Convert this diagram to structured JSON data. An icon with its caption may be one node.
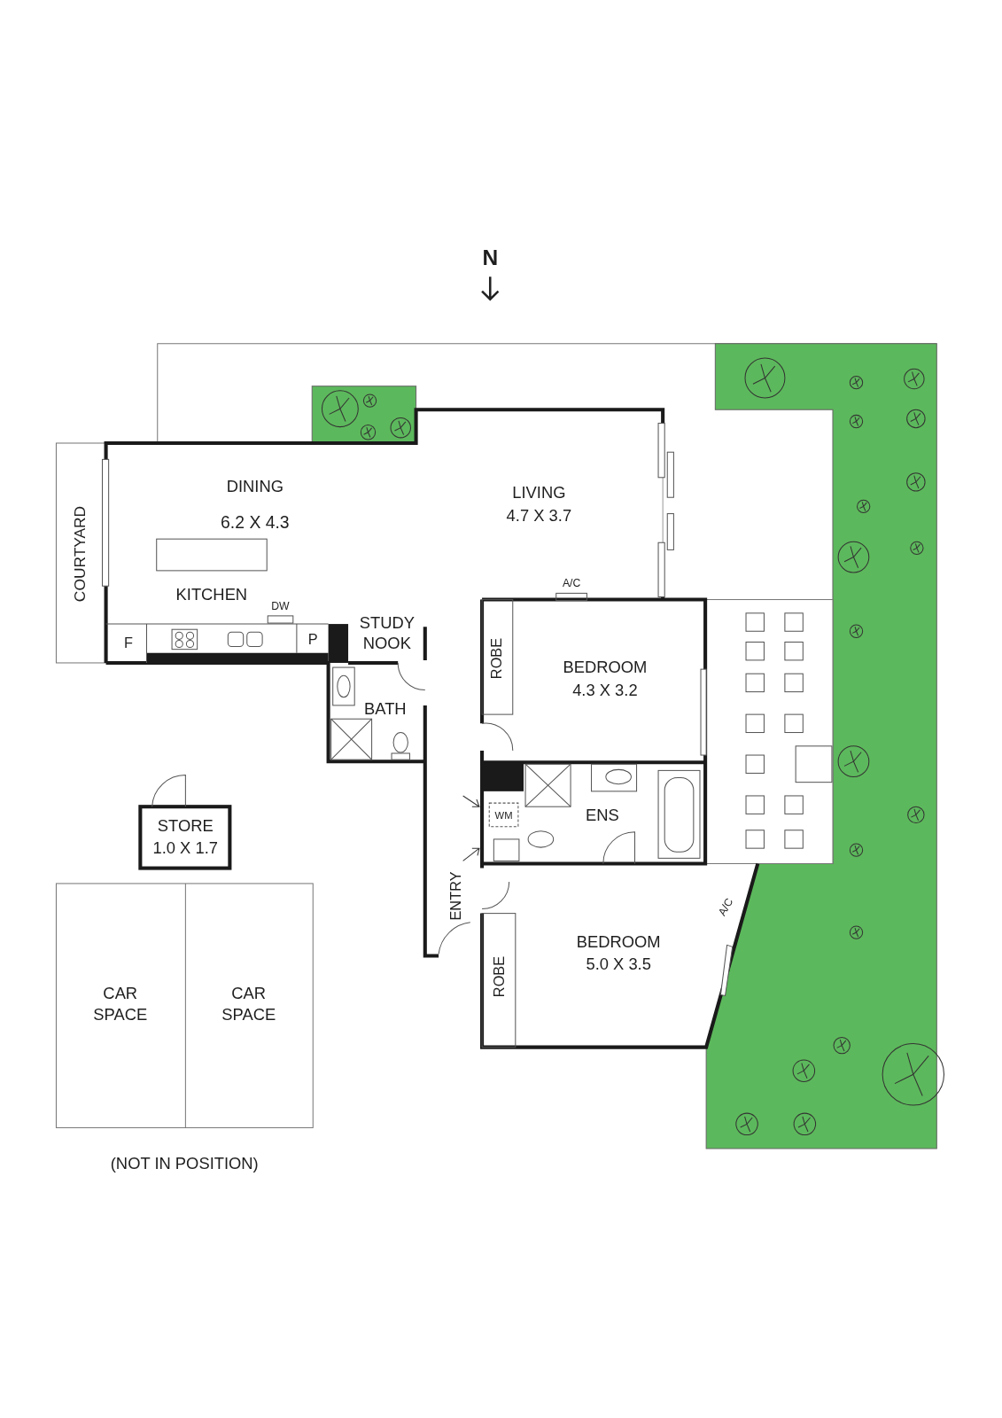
{
  "diagram": {
    "labels": [
      "N",
      "DINING",
      "6.2 X 4.3",
      "LIVING",
      "4.7 X 3.7",
      "COURTYARD",
      "A/C",
      "KITCHEN",
      "DW",
      "F",
      "P",
      "STUDY NOOK",
      "ROBE",
      "BEDROOM",
      "4.3 X 3.2",
      "BATH",
      "STORE",
      "1.0 X 1.7",
      "WM",
      "ENS",
      "ENTRY",
      "A/C",
      "BEDROOM",
      "5.0 X 3.5",
      "ROBE",
      "CAR SPACE",
      "CAR SPACE",
      "(NOT IN POSITION)"
    ]
  }
}
